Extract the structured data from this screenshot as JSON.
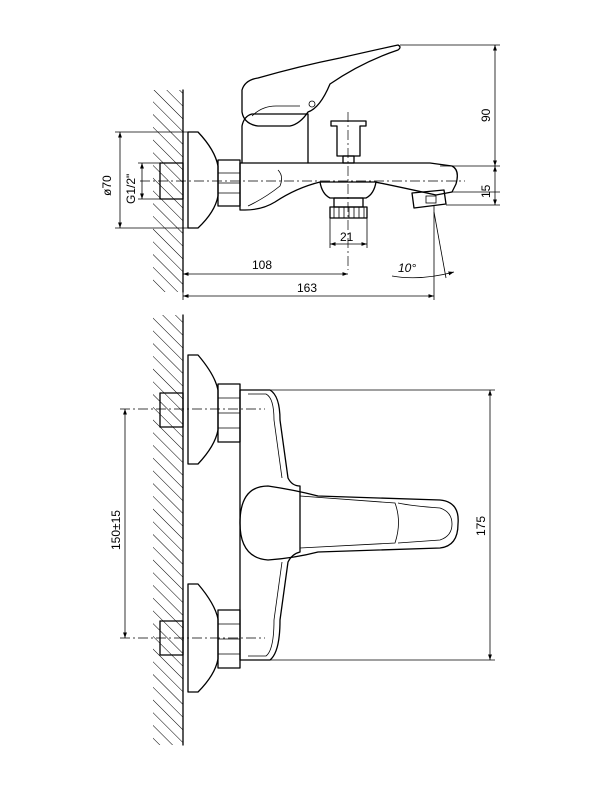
{
  "dimensions": {
    "diameter": "ø70",
    "thread": "G1/2\"",
    "outlet_thread": "21",
    "depth_to_diverter": "108",
    "depth_total": "163",
    "spout_angle": "10°",
    "height_top": "90",
    "height_spout": "15",
    "center_distance": "150±15",
    "width_total": "175"
  },
  "colors": {
    "line": "#000000",
    "background": "#ffffff"
  }
}
